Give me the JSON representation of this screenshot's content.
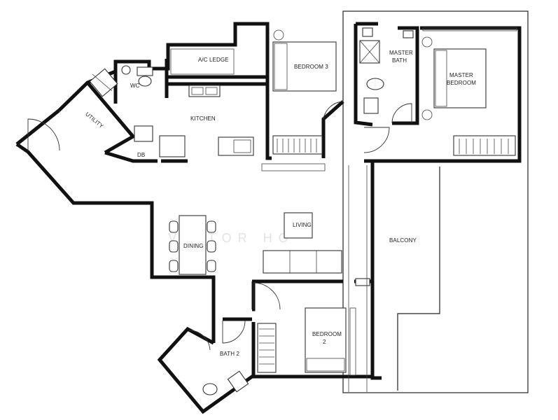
{
  "plan": {
    "rooms": {
      "ac_ledge": "A/C LEDGE",
      "bedroom3": "BEDROOM 3",
      "wc": "WC",
      "utility": "UTILITY",
      "kitchen": "KITCHEN",
      "db": "DB",
      "master_bath_line1": "MASTER",
      "master_bath_line2": "BATH",
      "master_bedroom_line1": "MASTER",
      "master_bedroom_line2": "BEDROOM",
      "living": "LIVING",
      "dining": "DINING",
      "balcony": "BALCONY",
      "bedroom2_line1": "BEDROOM",
      "bedroom2_line2": "2",
      "bath2": "BATH 2"
    },
    "watermark": "VICTOR HO"
  }
}
